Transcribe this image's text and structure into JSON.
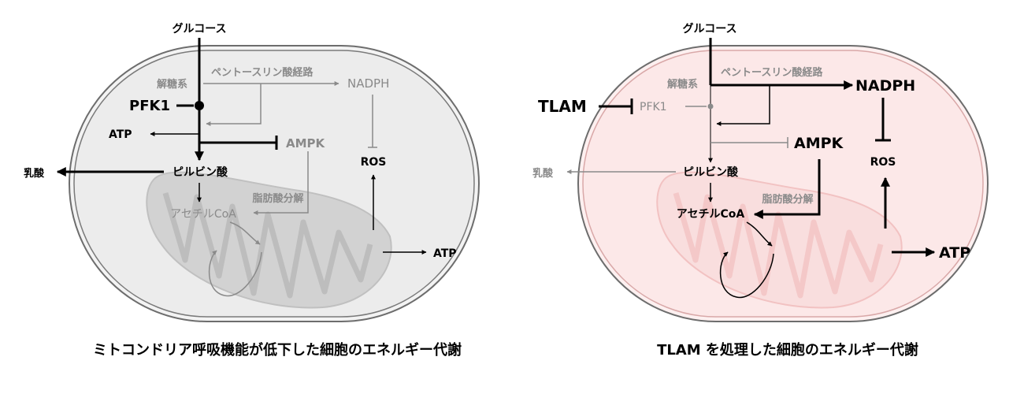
{
  "left_panel": {
    "caption": "ミトコンドリア呼吸機能が低下した細胞のエネルギー代謝",
    "labels": {
      "glucose": "グルコース",
      "ppp": "ペントースリン酸経路",
      "glycolysis": "解糖系",
      "nadph": "NADPH",
      "pfk1": "PFK1",
      "atp_glycolysis": "ATP",
      "ampk": "AMPK",
      "lactate": "乳酸",
      "pyruvate": "ピルビン酸",
      "ros": "ROS",
      "fatty_acid": "脂肪酸分解",
      "acetyl_coa": "アセチルCoA",
      "atp_mito": "ATP"
    }
  },
  "right_panel": {
    "caption": "TLAM を処理した細胞のエネルギー代謝",
    "labels": {
      "glucose": "グルコース",
      "ppp": "ペントースリン酸経路",
      "glycolysis": "解糖系",
      "nadph": "NADPH",
      "tlam": "TLAM",
      "pfk1": "PFK1",
      "ampk": "AMPK",
      "lactate": "乳酸",
      "pyruvate": "ピルビン酸",
      "ros": "ROS",
      "fatty_acid": "脂肪酸分解",
      "acetyl_coa": "アセチルCoA",
      "atp_mito": "ATP"
    }
  },
  "colors": {
    "left_cell_fill": "#ececec",
    "right_cell_fill": "#fce8e8",
    "left_mito": "#d2d2d2",
    "right_mito": "#f8d2d2",
    "active": "#000000",
    "inactive": "#8a8a8a"
  }
}
